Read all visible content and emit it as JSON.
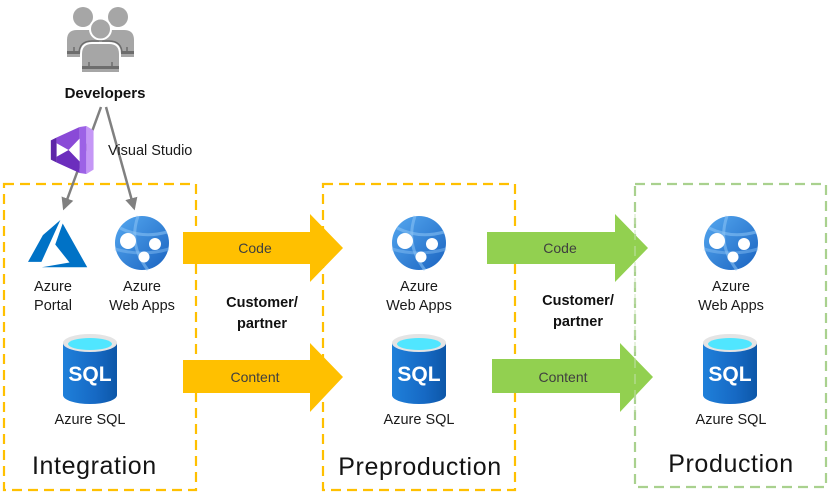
{
  "colors": {
    "integration_border": "#FFC000",
    "preproduction_border": "#FFC000",
    "production_border": "#A9D18E",
    "promotion_yellow": "#FFC000",
    "promotion_green": "#92D050",
    "connector": "#808080"
  },
  "actor": {
    "label": "Developers",
    "icon": "people-group-icon"
  },
  "tool": {
    "label": "Visual Studio",
    "icon": "visual-studio-icon"
  },
  "stages": [
    {
      "title": "Integration",
      "services": {
        "portal": {
          "line1": "Azure",
          "line2": "Portal",
          "icon": "azure-logo-icon"
        },
        "web_apps": {
          "line1": "Azure",
          "line2": "Web Apps",
          "icon": "web-apps-icon"
        },
        "sql": {
          "label": "Azure SQL",
          "icon_text": "SQL",
          "icon": "sql-database-icon"
        }
      }
    },
    {
      "title": "Preproduction",
      "services": {
        "web_apps": {
          "line1": "Azure",
          "line2": "Web Apps",
          "icon": "web-apps-icon"
        },
        "sql": {
          "label": "Azure SQL",
          "icon_text": "SQL",
          "icon": "sql-database-icon"
        }
      }
    },
    {
      "title": "Production",
      "services": {
        "web_apps": {
          "line1": "Azure",
          "line2": "Web Apps",
          "icon": "web-apps-icon"
        },
        "sql": {
          "label": "Azure SQL",
          "icon_text": "SQL",
          "icon": "sql-database-icon"
        }
      }
    }
  ],
  "transitions": [
    {
      "from": "Integration",
      "to": "Preproduction",
      "actor_line1": "Customer/",
      "actor_line2": "partner",
      "arrows": [
        {
          "label": "Code"
        },
        {
          "label": "Content"
        }
      ]
    },
    {
      "from": "Preproduction",
      "to": "Production",
      "actor_line1": "Customer/",
      "actor_line2": "partner",
      "arrows": [
        {
          "label": "Code"
        },
        {
          "label": "Content"
        }
      ]
    }
  ]
}
